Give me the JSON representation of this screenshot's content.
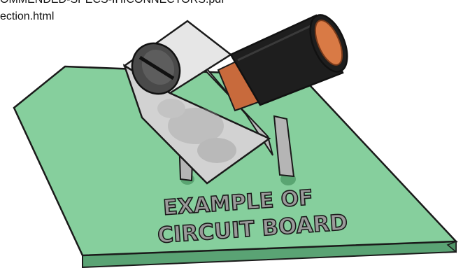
{
  "header": {
    "line1": "OMMENDED-SPECS-IHICONNECTORS.pdf",
    "line2": "ection.html"
  },
  "illustration": {
    "caption_line1": "EXAMPLE OF",
    "caption_line2": "CIRCUIT BOARD"
  },
  "colors": {
    "board_top": "#86cf9d",
    "board_edge": "#5aa374",
    "lug_metal": "#d9d9d9",
    "copper": "#c86a3c",
    "insulation": "#1e1e1e",
    "caption_fill": "#9a9a9a"
  }
}
